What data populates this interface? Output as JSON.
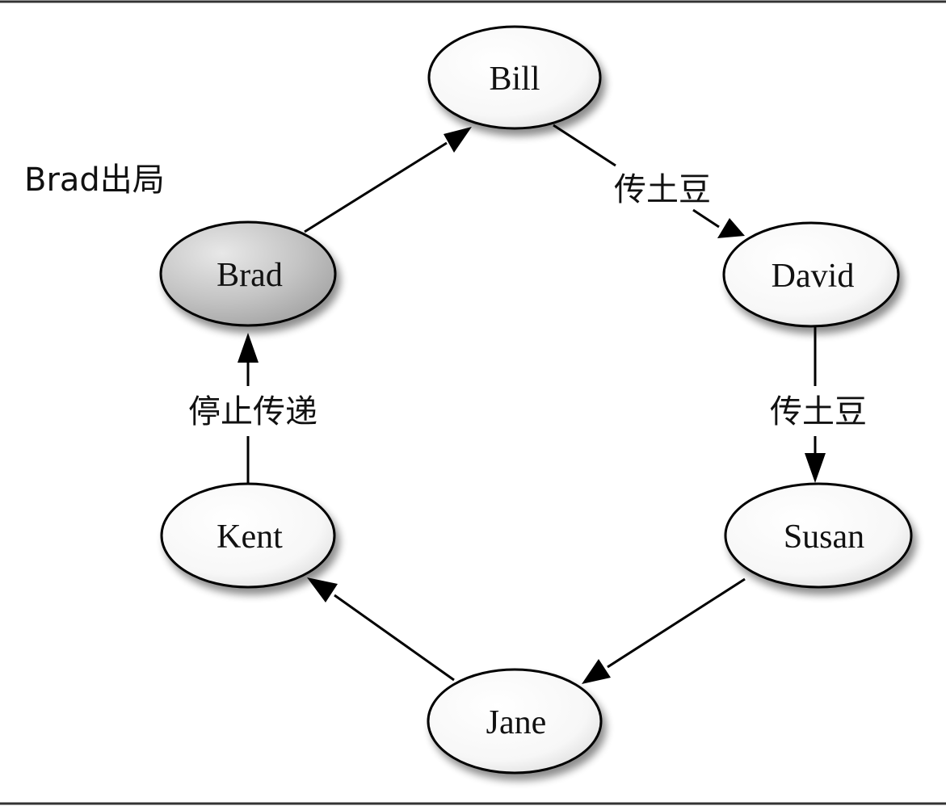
{
  "diagram": {
    "caption": "Brad出局",
    "nodes": {
      "bill": "Bill",
      "david": "David",
      "susan": "Susan",
      "jane": "Jane",
      "kent": "Kent",
      "brad": "Brad"
    },
    "edge_labels": {
      "bill_to_david": "传土豆",
      "david_to_susan": "传土豆",
      "kent_to_brad": "停止传递"
    },
    "highlighted_node": "Brad"
  }
}
